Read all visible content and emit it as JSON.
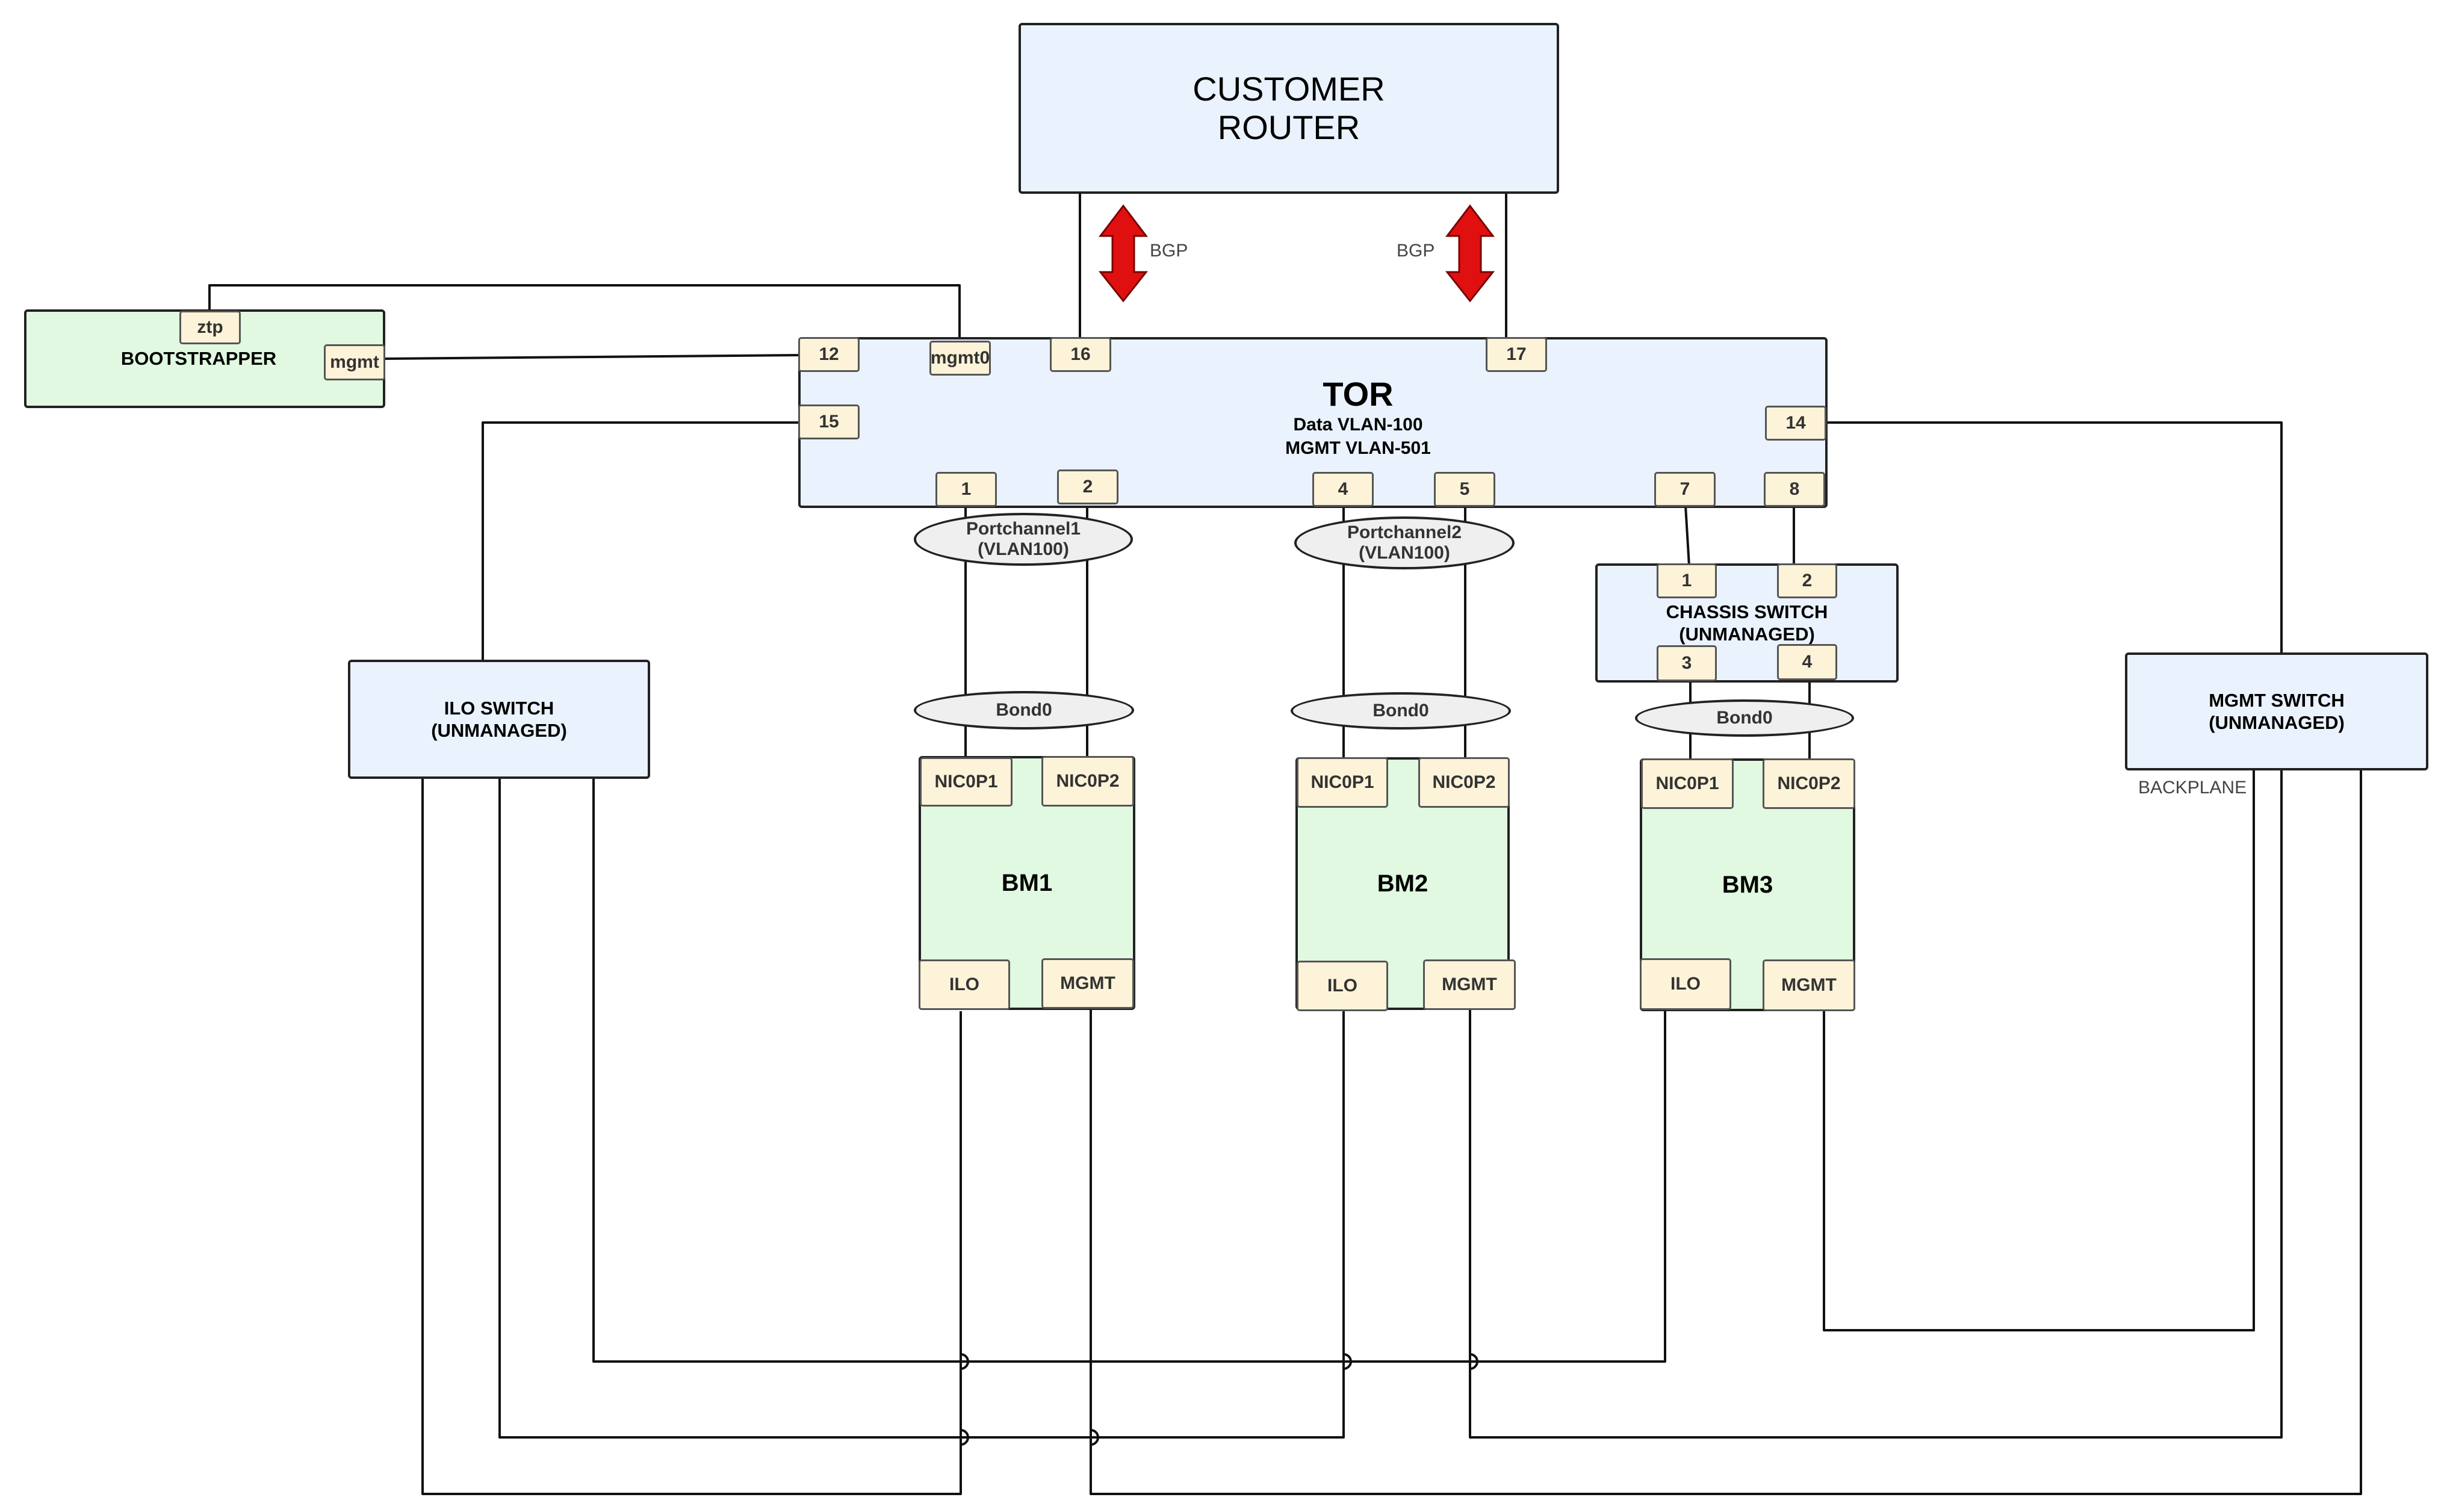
{
  "router": {
    "line1": "CUSTOMER",
    "line2": "ROUTER"
  },
  "bgp_left": "BGP",
  "bgp_right": "BGP",
  "colors": {
    "bgp_arrow": "#e01010",
    "router_fill": "#eaf2fd",
    "server_fill": "#e0f9e0",
    "port_fill": "#fdf3d8"
  },
  "tor": {
    "title": "TOR",
    "line1": "Data VLAN-100",
    "line2": "MGMT VLAN-501",
    "ports": {
      "p12": "12",
      "mgmt0": "mgmt0",
      "p16": "16",
      "p17": "17",
      "p15": "15",
      "p14": "14",
      "p1": "1",
      "p2": "2",
      "p4": "4",
      "p5": "5",
      "p7": "7",
      "p8": "8"
    }
  },
  "bootstrapper": {
    "label": "BOOTSTRAPPER",
    "ztp": "ztp",
    "mgmt": "mgmt"
  },
  "portchannel1": {
    "line1": "Portchannel1",
    "line2": "(VLAN100)"
  },
  "portchannel2": {
    "line1": "Portchannel2",
    "line2": "(VLAN100)"
  },
  "chassis": {
    "line1": "CHASSIS SWITCH",
    "line2": "(UNMANAGED)",
    "p1": "1",
    "p2": "2",
    "p3": "3",
    "p4": "4"
  },
  "ilo_switch": {
    "line1": "ILO SWITCH",
    "line2": "(UNMANAGED)"
  },
  "mgmt_switch": {
    "line1": "MGMT SWITCH",
    "line2": "(UNMANAGED)"
  },
  "backplane": "BACKPLANE",
  "bond_label": "Bond0",
  "servers": [
    {
      "name": "BM1",
      "nic1": "NIC0P1",
      "nic2": "NIC0P2",
      "ilo": "ILO",
      "mgmt": "MGMT"
    },
    {
      "name": "BM2",
      "nic1": "NIC0P1",
      "nic2": "NIC0P2",
      "ilo": "ILO",
      "mgmt": "MGMT"
    },
    {
      "name": "BM3",
      "nic1": "NIC0P1",
      "nic2": "NIC0P2",
      "ilo": "ILO",
      "mgmt": "MGMT"
    }
  ]
}
